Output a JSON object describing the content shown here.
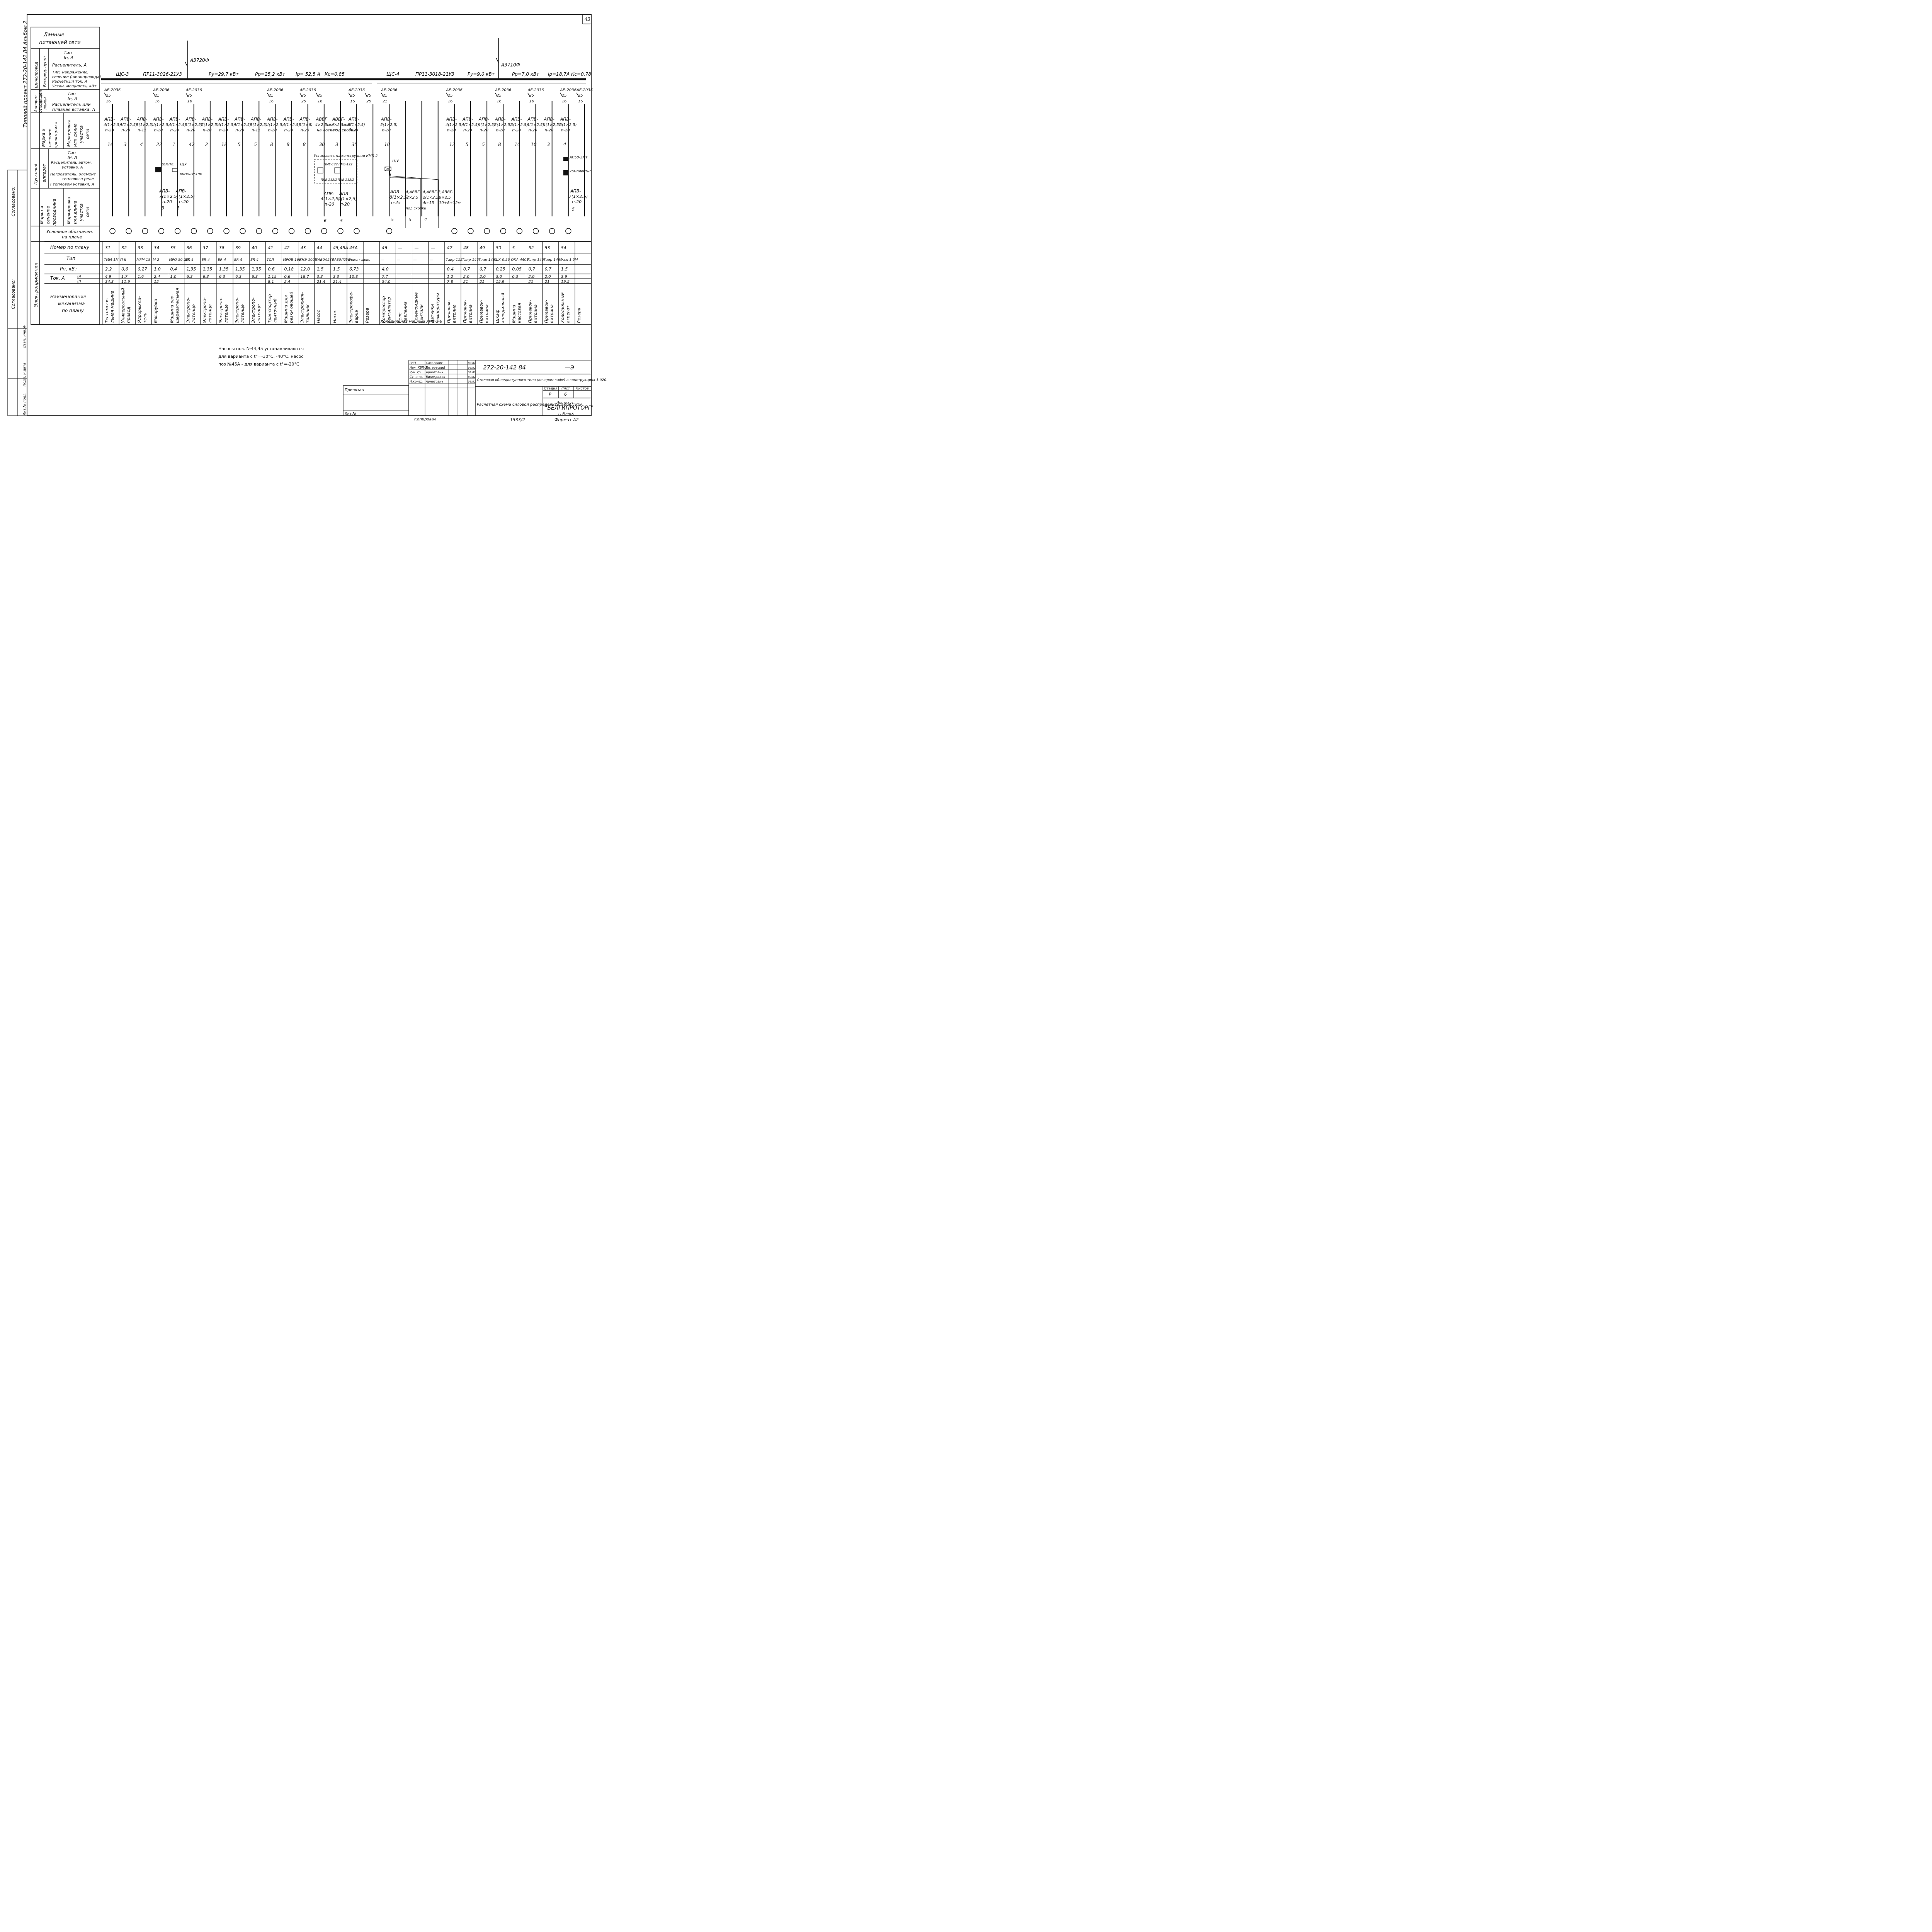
{
  "page_number": "43",
  "side_label": "Типовой проект 272-20-142.84 Альбом 2",
  "stamp_labels": [
    "Согласовано:",
    "Согласовано:"
  ],
  "stamp_cells": [
    "Инв.№ подл.",
    "Подп. и дата",
    "Взам. инв.№"
  ],
  "header_rows": {
    "data": [
      "Данные",
      "питающей сети"
    ],
    "shinoprovod": "Шинопровод",
    "raspred_punkt": "Распред. пункт",
    "a1": [
      "Тип",
      "Iн, А",
      "Расцепитель, А"
    ],
    "a2": [
      "Тип, напряжение,",
      "сечение (шинопровода)",
      "Расчетный ток, А",
      "Устан. мощность, кВт."
    ],
    "otkh_1": "Аппарат",
    "otkh_2": "отходящей",
    "otkh_3": "линии",
    "b1": [
      "Тип",
      "Iн, А",
      "Расцепитель или",
      "плавкая вставка, А"
    ],
    "marka_1": "Марка и",
    "marka_2": "сечение",
    "marka_3": "проводника",
    "markir_1": "Маркировка",
    "markir_2": "или длина",
    "markir_3": "участка",
    "markir_4": "сети",
    "pusk_1": "Пусковой",
    "pusk_2": "аппарат",
    "c1": [
      "Тип",
      "Iн, А",
      "Расцепитель автом.",
      "уставка, А",
      "Нагреватель. элемент",
      "теплового реле",
      "I тепловой уставки, А"
    ],
    "d1_1": "Марка и",
    "d1_2": "сечение",
    "d1_3": "проводника",
    "d2_1": "Маркировка",
    "d2_2": "или длина",
    "d2_3": "участка",
    "d2_4": "сети",
    "uslovn": [
      "Условное обозначен.",
      "на плане"
    ],
    "elektropr": "Электроприемник",
    "nomer": "Номер по плану",
    "tip": "Тип",
    "pn": "Pн, кВт",
    "tok": "Ток, А",
    "in": "Iн",
    "ip": "Iп",
    "naim": [
      "Наименование",
      "механизма",
      "по плану"
    ]
  },
  "panel1": {
    "breaker": "А3720Ф",
    "name": "ЩС-3",
    "type": "ПР11-3026-21У3",
    "py": "Pу=29,7 кВт",
    "pp": "Pр=25,2 кВт",
    "ip": "Iр= 52,5 А",
    "kc": "Кс=0.85"
  },
  "panel2": {
    "breaker": "А3710Ф",
    "name": "ЩС-4",
    "type": "ПР11-3018-21У3",
    "py": "Pу=9,0 кВт",
    "pp": "Pр=7,0 кВт",
    "ip": "Iр=18,7А",
    "kc": "Кс=0.78"
  },
  "columns": [
    {
      "brk": [
        "АЕ-2036",
        "25",
        "16"
      ],
      "cable": [
        "АПВ-",
        "4(1×2,5)",
        "п-20"
      ],
      "len": "16",
      "num": "31",
      "type": "ТММ-1М",
      "pn": "2,2",
      "in": "4,9",
      "ip": "34,3",
      "name": [
        "Тестомеси-",
        "льная машина"
      ]
    },
    {
      "brk": [
        "",
        "",
        ""
      ],
      "cable": [
        "АПВ-",
        "4(1×2,5)",
        "п-20"
      ],
      "len": "3",
      "num": "32",
      "type": "П-II",
      "pn": "0,6",
      "in": "1,7",
      "ip": "11,9",
      "name": [
        "Универсальный",
        "привод"
      ]
    },
    {
      "brk": [
        "",
        "",
        ""
      ],
      "cable": [
        "АПВ-",
        "3(1×2,5)",
        "п-15"
      ],
      "len": "4",
      "num": "33",
      "type": "МРМ-15",
      "pn": "0,27",
      "in": "1,6",
      "ip": "—",
      "name": [
        "Ядрорыхли-",
        "тель"
      ]
    },
    {
      "brk": [
        "АЕ-2036",
        "25",
        "16"
      ],
      "cable": [
        "АПВ-",
        "4(1×2,5)",
        "п-20"
      ],
      "len": "22",
      "num": "34",
      "type": "М-2",
      "pn": "1,0",
      "in": "2,4",
      "ip": "12",
      "name": [
        "Мясорубка",
        ""
      ]
    },
    {
      "brk": [
        "",
        "",
        ""
      ],
      "cable": [
        "АПВ-",
        "4(1×2,5)",
        "п-20"
      ],
      "len": "1",
      "num": "35",
      "type": "МРО-50 200",
      "pn": "0,4",
      "in": "1,0",
      "ip": "—",
      "name": [
        "Машина ово-",
        "щерезательная"
      ]
    },
    {
      "brk": [
        "АЕ-2036",
        "25",
        "16"
      ],
      "cable": [
        "АПВ-",
        "5(1×2,5)",
        "п-20"
      ],
      "len": "42",
      "num": "36",
      "type": "ЕR-4",
      "pn": "1,35",
      "in": "6,3",
      "ip": "—",
      "name": [
        "Электропо-",
        "лотенце"
      ]
    },
    {
      "brk": [
        "",
        "",
        ""
      ],
      "cable": [
        "АПВ-",
        "5(1×2,5)",
        "п-20"
      ],
      "len": "2",
      "num": "37",
      "type": "ЕR-4",
      "pn": "1,35",
      "in": "6,3",
      "ip": "—",
      "name": [
        "Электропо-",
        "лотенце"
      ]
    },
    {
      "brk": [
        "",
        "",
        ""
      ],
      "cable": [
        "АПВ-",
        "4(1×2,5)",
        "п-20"
      ],
      "len": "18",
      "num": "38",
      "type": "ЕR-4",
      "pn": "1,35",
      "in": "6,3",
      "ip": "—",
      "name": [
        "Электропо-",
        "лотенце"
      ]
    },
    {
      "brk": [
        "",
        "",
        ""
      ],
      "cable": [
        "АПВ-",
        "4(1×2,5)",
        "п-20"
      ],
      "len": "5",
      "num": "39",
      "type": "ЕR-4",
      "pn": "1,35",
      "in": "6,3",
      "ip": "—",
      "name": [
        "Электропо-",
        "лотенце"
      ]
    },
    {
      "brk": [
        "",
        "",
        ""
      ],
      "cable": [
        "АПВ-",
        "3(1×2,5)",
        "п-15"
      ],
      "len": "5",
      "num": "40",
      "type": "ЕR-4",
      "pn": "1,35",
      "in": "6,3",
      "ip": "—",
      "name": [
        "Электропо-",
        "лотенце"
      ]
    },
    {
      "brk": [
        "АЕ-2036",
        "25",
        "16"
      ],
      "cable": [
        "АПВ-",
        "4(1×2,5)",
        "п-20"
      ],
      "len": "8",
      "num": "41",
      "type": "ТСЛ",
      "pn": "0,6",
      "in": "1,15",
      "ip": "8,1",
      "name": [
        "Транспортер",
        "ленточный"
      ]
    },
    {
      "brk": [
        "",
        "",
        ""
      ],
      "cable": [
        "АПВ-",
        "4(1×2,5)",
        "п-20"
      ],
      "len": "8",
      "num": "42",
      "type": "МРОВ-160",
      "pn": "0,18",
      "in": "0,6",
      "ip": "2,4",
      "name": [
        "Машина для",
        "резки овощей"
      ]
    },
    {
      "brk": [
        "АЕ-2036",
        "25",
        "25"
      ],
      "cable": [
        "АПВ-",
        "5(1×6)",
        "п-25"
      ],
      "len": "8",
      "num": "43",
      "type": "КНЭ-100Б",
      "pn": "12,0",
      "in": "18,7",
      "ip": "—",
      "name": [
        "Электрокипя-",
        "тильник"
      ]
    },
    {
      "brk": [
        "",
        "25",
        "16"
      ],
      "cable": [
        "АВВГ",
        "4×2,5мм²",
        "на лотках"
      ],
      "len": "30",
      "num": "44",
      "type": "4АВ0Л2У3",
      "pn": "1,5",
      "in": "3,3",
      "ip": "21,4",
      "name": [
        "Насос",
        ""
      ]
    },
    {
      "brk": [
        "",
        "",
        ""
      ],
      "cable": [
        "АВВГ-",
        "4×2,5мм²",
        "под скобки"
      ],
      "len": "3",
      "num": "45,45А",
      "type": "4АВ0Л2У3",
      "pn": "1,5",
      "in": "3,3",
      "ip": "21,4",
      "name": [
        "Насос",
        ""
      ]
    },
    {
      "brk": [
        "АЕ-2036",
        "25",
        "16"
      ],
      "cable": [
        "АПВ-",
        "5(1×2,5)",
        "п-20"
      ],
      "len": "35",
      "num": "45А",
      "type": "Орион-люкс",
      "pn": "6,73",
      "in": "10,8",
      "ip": "—",
      "name": [
        "Электрокофе-",
        "варка"
      ]
    },
    {
      "brk": [
        "",
        "25",
        "25"
      ],
      "cable": [
        "",
        "",
        ""
      ],
      "len": "",
      "num": "",
      "type": "",
      "pn": "",
      "in": "",
      "ip": "",
      "name": [
        "Резерв",
        ""
      ]
    },
    {
      "brk": [
        "АЕ-2036",
        "25",
        "25"
      ],
      "cable": [
        "АПВ-",
        "5(1×2,5)",
        "п-20"
      ],
      "len": "10",
      "num": "46",
      "type": "—",
      "pn": "4,0",
      "in": "7,7",
      "ip": "54,0",
      "name": [
        "Компрессор",
        "вентилятор"
      ]
    },
    {
      "brk": [
        "",
        "",
        ""
      ],
      "cable": [
        "",
        "",
        ""
      ],
      "len": "",
      "num": "—",
      "type": "—",
      "pn": "",
      "in": "",
      "ip": "",
      "name": [
        "Реле",
        "давления"
      ]
    },
    {
      "brk": [
        "",
        "",
        ""
      ],
      "cable": [
        "",
        "",
        ""
      ],
      "len": "",
      "num": "—",
      "type": "—",
      "pn": "",
      "in": "",
      "ip": "",
      "name": [
        "Соленоидные",
        "вентили"
      ]
    },
    {
      "brk": [
        "",
        "",
        ""
      ],
      "cable": [
        "",
        "",
        ""
      ],
      "len": "",
      "num": "—",
      "type": "—",
      "pn": "",
      "in": "",
      "ip": "",
      "name": [
        "Датчики",
        "температуры"
      ]
    },
    {
      "brk": [
        "АЕ-2036",
        "25",
        "16"
      ],
      "cable": [
        "АПВ-",
        "4(1×2,5)",
        "п-20"
      ],
      "len": "12",
      "num": "47",
      "type": "Таир-112",
      "pn": "0,4",
      "in": "1,2",
      "ip": "7,8",
      "name": [
        "Прилавок-",
        "витрина"
      ]
    },
    {
      "brk": [
        "",
        "",
        ""
      ],
      "cable": [
        "АПВ-",
        "4(1×2,5)",
        "п-20"
      ],
      "len": "5",
      "num": "48",
      "type": "Таир-146",
      "pn": "0,7",
      "in": "2,0",
      "ip": "21",
      "name": [
        "Прилавок-",
        "витрина"
      ]
    },
    {
      "brk": [
        "",
        "",
        ""
      ],
      "cable": [
        "АПВ-",
        "4(1×2,5)",
        "п-20"
      ],
      "len": "5",
      "num": "49",
      "type": "Таир-146",
      "pn": "0,7",
      "in": "2,0",
      "ip": "21",
      "name": [
        "Прилавок-",
        "витрина"
      ]
    },
    {
      "brk": [
        "АЕ-2036",
        "25",
        "16"
      ],
      "cable": [
        "АПВ-",
        "3(1×2,5)",
        "п-20"
      ],
      "len": "8",
      "num": "50",
      "type": "ШХ-0,56",
      "pn": "0,25",
      "in": "3,0",
      "ip": "15,9",
      "name": [
        "Шкаф",
        "холодильный"
      ]
    },
    {
      "brk": [
        "",
        "",
        ""
      ],
      "cable": [
        "АПВ-",
        "3(1×2,5)",
        "п-20"
      ],
      "len": "10",
      "num": "5",
      "type": "ОКА-4401",
      "pn": "0,05",
      "in": "0,3",
      "ip": "—",
      "name": [
        "Машина",
        "кассовая"
      ]
    },
    {
      "brk": [
        "АЕ-2036",
        "25",
        "16"
      ],
      "cable": [
        "АПВ-",
        "4(1×2,5)",
        "п-20"
      ],
      "len": "10",
      "num": "52",
      "type": "Таир-146",
      "pn": "0,7",
      "in": "2,0",
      "ip": "21",
      "name": [
        "Прилавок-",
        "витрина"
      ]
    },
    {
      "brk": [
        "",
        "",
        ""
      ],
      "cable": [
        "АПВ-",
        "4(1×2,5)",
        "п-20"
      ],
      "len": "3",
      "num": "53",
      "type": "Таир-146",
      "pn": "0,7",
      "in": "2,0",
      "ip": "21",
      "name": [
        "Прилавок-",
        "витрина"
      ]
    },
    {
      "brk": [
        "АЕ-2036",
        "25",
        "16"
      ],
      "cable": [
        "АПВ-",
        "5(1×2,5)",
        "п-20"
      ],
      "len": "4",
      "num": "54",
      "type": "Фаж-1,5М",
      "pn": "1,5",
      "in": "3,9",
      "ip": "19,5",
      "name": [
        "Холодильный",
        "агрегат"
      ]
    },
    {
      "brk": [
        "АЕ-2036",
        "25",
        "16"
      ],
      "cable": [
        "",
        "",
        ""
      ],
      "len": "",
      "num": "",
      "type": "",
      "pn": "",
      "in": "",
      "ip": "",
      "name": [
        "Резерв",
        ""
      ]
    }
  ],
  "annotations": {
    "komplekt1": "компл.",
    "shchu": "ЩУ",
    "komplektno": "комплектно",
    "ustanovit": "Установить на конструкции КМП-2",
    "pme": "ПМЕ-122",
    "pke": "ПКЕ-212/2",
    "shchu2": "ЩУ",
    "ap50": "АП50-3МТ",
    "komplektno2": "комплектно",
    "lower_cables": [
      {
        "t": [
          "АПВ-",
          "7(1×2,5)",
          "п-20"
        ],
        "n": "3"
      },
      {
        "t": [
          "АПВ-",
          "4(1×2,5)",
          "п-20"
        ],
        "n": "3"
      },
      {
        "t": [
          "АПВ-",
          "4(1×2,5)",
          "п-20"
        ],
        "n": "6"
      },
      {
        "t": [
          "АПВ",
          "4(1×2,5)",
          "п-20"
        ],
        "n": "5"
      },
      {
        "t": [
          "АПВ",
          "8(1×2,5)",
          "п-25"
        ],
        "n": "5"
      },
      {
        "t": [
          "4,АВВГ-",
          "2×2,5",
          "под скобки"
        ],
        "n": "5"
      },
      {
        "t": [
          "4,АВВГ-",
          "2(1×2,5)",
          "4п-15"
        ],
        "n": "4"
      },
      {
        "t": [
          "3,АВВГ-",
          "3×2,5",
          "10+8+12м"
        ],
        "n": ""
      },
      {
        "t": [
          "АПВ-",
          "7(1×2,5)",
          "п-20"
        ],
        "n": "5"
      }
    ],
    "holod": "Холодильная машина ХНВ-1-6"
  },
  "note": [
    "Насосы поз. №44,45 устанавливаются",
    "для варианта с t°=-30°С, -40°С, насос",
    "поз №45А - для варианта с t°=-20°С"
  ],
  "title_block": {
    "code": "272-20-142 84",
    "sheet_mark": "—Э",
    "rows": [
      {
        "role": "ГИП",
        "name": "Сагаловиг",
        "date": "09.82"
      },
      {
        "role": "Нач. КБП-2",
        "name": "Петровский",
        "date": "09.82"
      },
      {
        "role": "Рук. гр.",
        "name": "Арнатович",
        "date": "09.82"
      },
      {
        "role": "Ст. инж.",
        "name": "Виноградов",
        "date": "09.82"
      },
      {
        "role": "Н.контр.",
        "name": "Арнатович",
        "date": "09.82"
      }
    ],
    "project": "Столовая общедоступного типа (вечером кафе) в конструкциях 1.020-1 на 150 мест",
    "stage_h": "Стадия",
    "sheet_h": "Лист",
    "sheets_h": "Листов",
    "stage": "Р",
    "sheet": "6",
    "drawing": "Расчетная схема силовой распределительной сети.",
    "institute_1": "Институт",
    "institute_2": "\"БЕЛГИПРОТОРГ\"",
    "institute_3": "г. Минск",
    "privyazan": "Привязан",
    "inv": "Инв.№",
    "kopiroval": "Копировал",
    "num": "1533/2",
    "format": "Формат А2"
  }
}
